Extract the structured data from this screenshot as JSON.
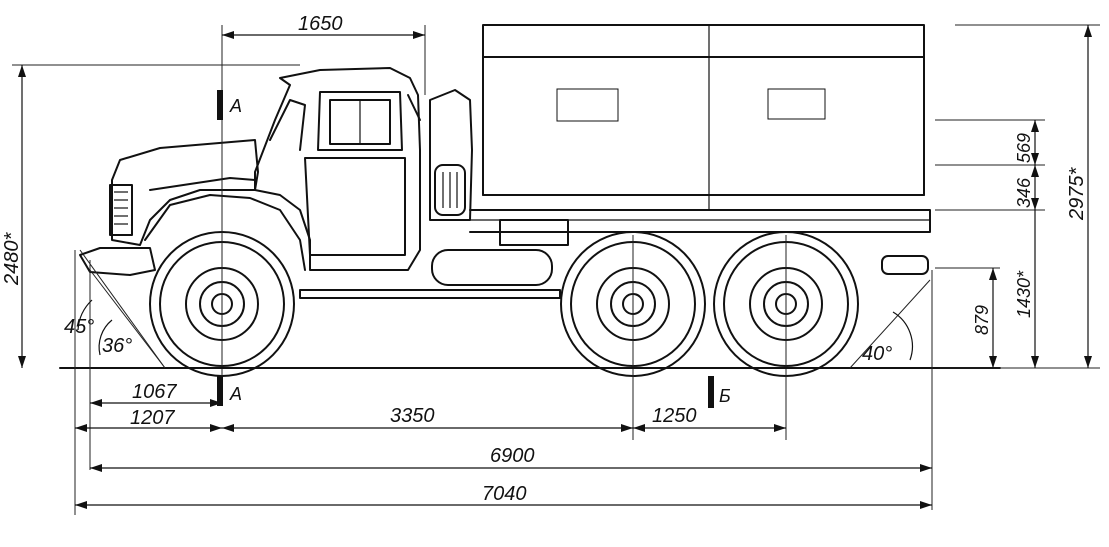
{
  "diagram": {
    "dimensions": {
      "cab_length": "1650",
      "overall_height": "2480*",
      "body_height": "2975*",
      "dim_569": "569",
      "dim_346": "346",
      "hitch_height": "1430*",
      "frame_height": "879",
      "front_overhang": "1067",
      "front_overhang_bumper": "1207",
      "wheelbase_front": "3350",
      "wheelbase_rear": "1250",
      "length_body": "6900",
      "overall_length": "7040"
    },
    "angles": {
      "approach_45": "45°",
      "approach_36": "36°",
      "departure_40": "40°"
    },
    "section_marks": {
      "a_top": "A",
      "a_bottom": "A",
      "b_bottom": "Б"
    }
  }
}
